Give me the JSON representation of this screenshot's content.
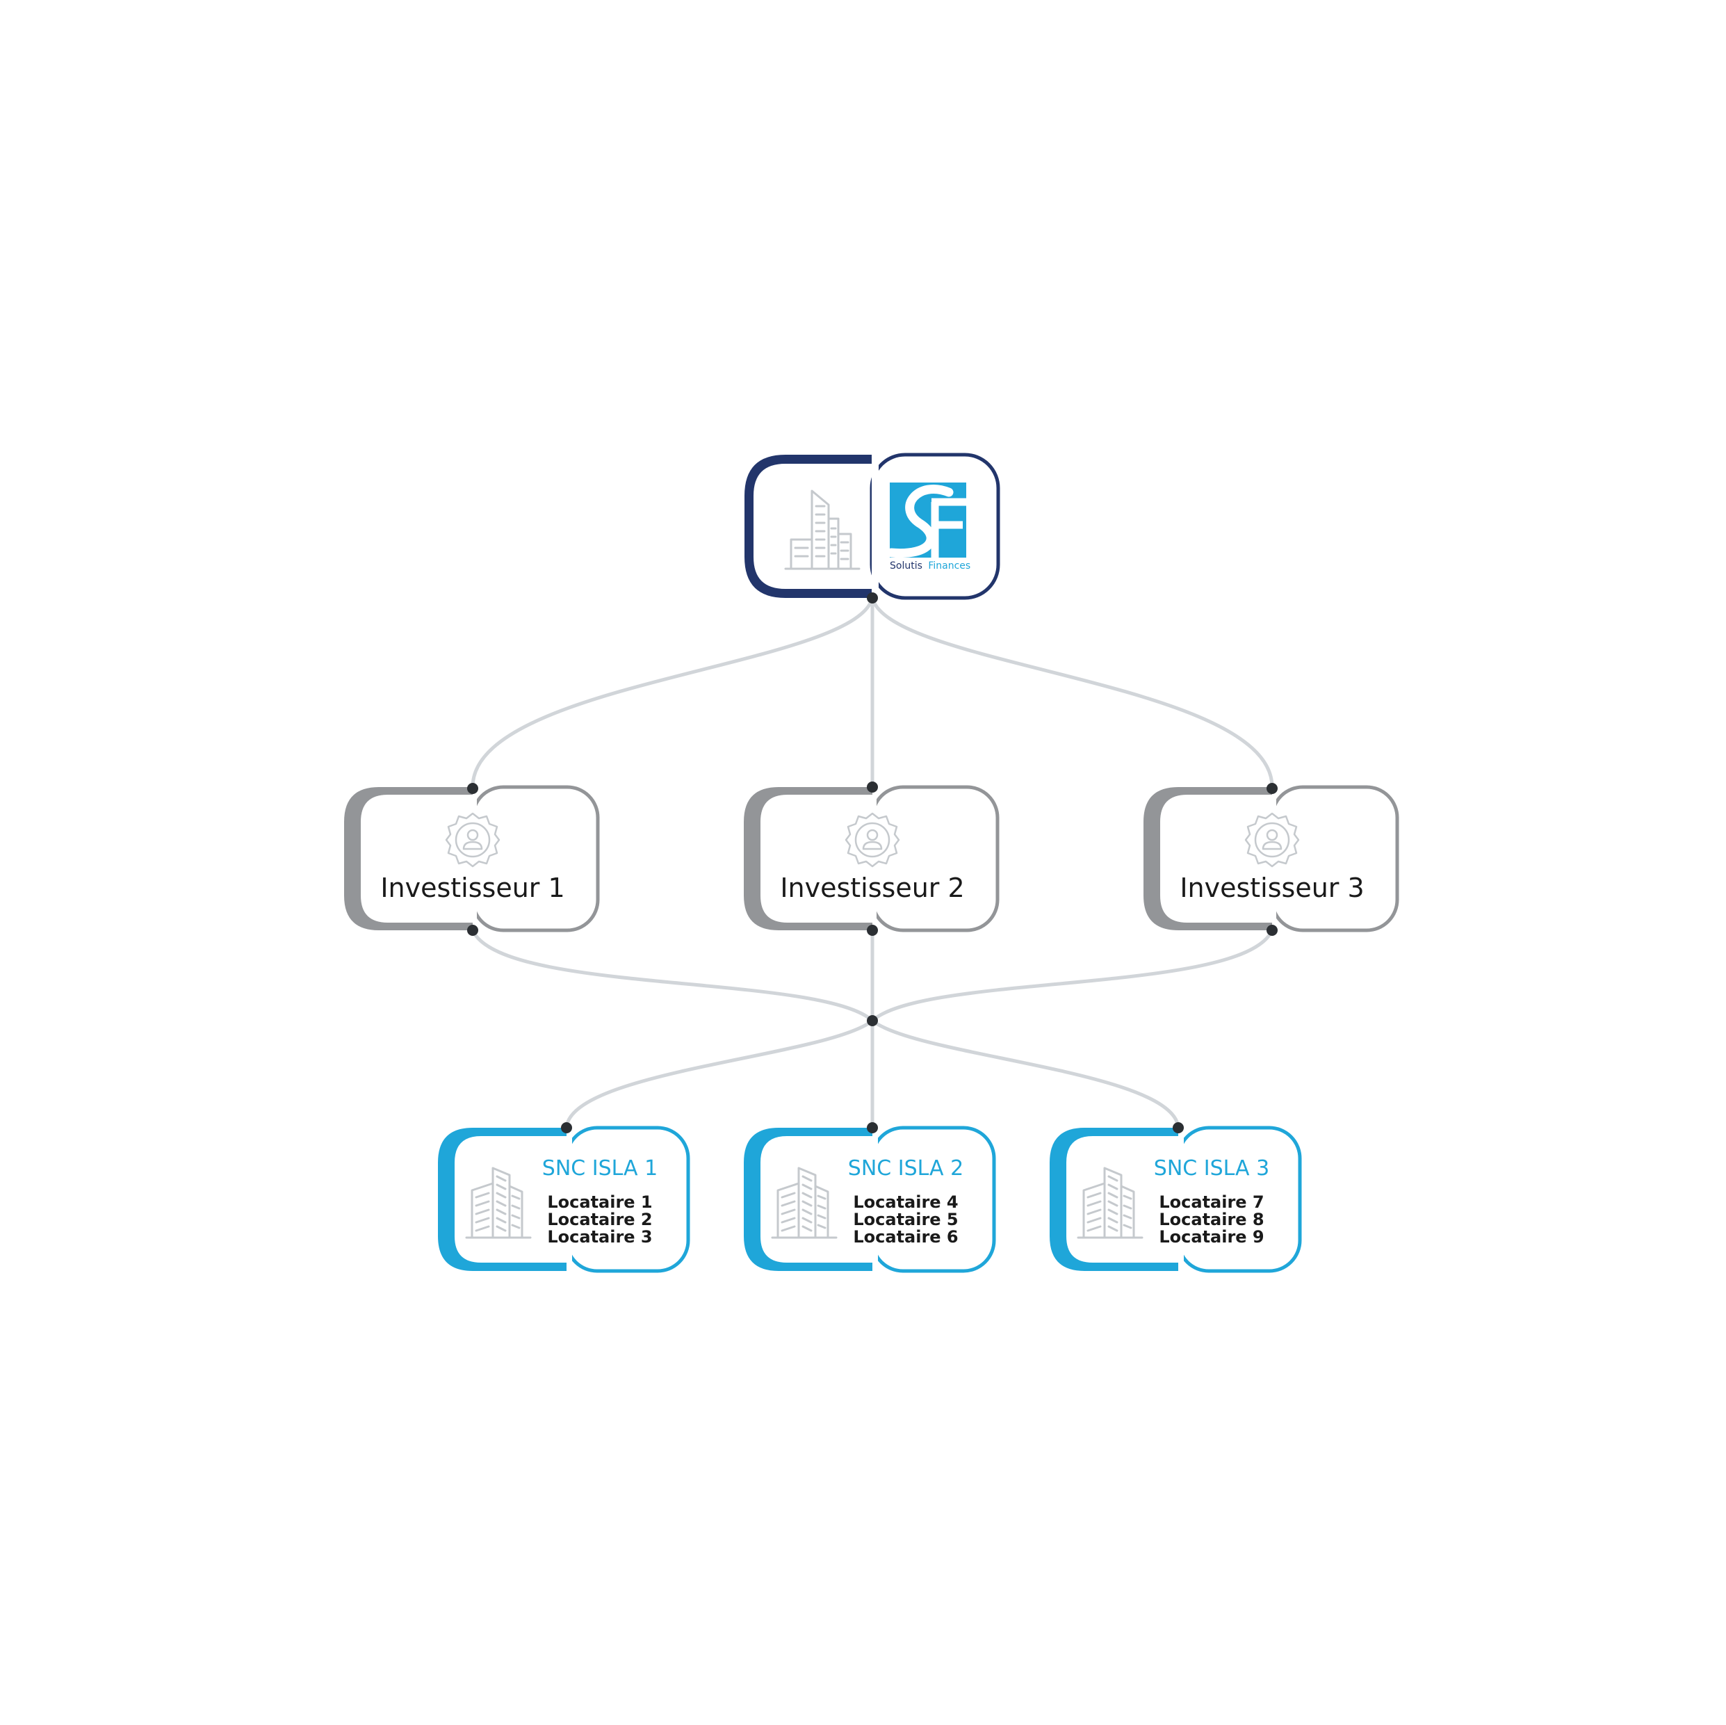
{
  "colors": {
    "background": "#ffffff",
    "navy": "#22356b",
    "gray_border": "#939598",
    "blue": "#1fa6d9",
    "connector": "#d1d5d9",
    "dot": "#2b2f33",
    "icon_stroke": "#c5c9cd",
    "text_dark": "#1a1a1a"
  },
  "root": {
    "icon": "building-icon",
    "logo": {
      "icon": "solutis-finances-logo",
      "word_dark": "Solutis",
      "word_blue": "Finances"
    }
  },
  "investors": [
    {
      "label": "Investisseur 1",
      "icon": "investor-badge-icon"
    },
    {
      "label": "Investisseur 2",
      "icon": "investor-badge-icon"
    },
    {
      "label": "Investisseur 3",
      "icon": "investor-badge-icon"
    }
  ],
  "sncs": [
    {
      "title": "SNC ISLA 1",
      "icon": "tower-building-icon",
      "tenants": [
        "Locataire 1",
        "Locataire 2",
        "Locataire 3"
      ]
    },
    {
      "title": "SNC ISLA 2",
      "icon": "tower-building-icon",
      "tenants": [
        "Locataire 4",
        "Locataire 5",
        "Locataire 6"
      ]
    },
    {
      "title": "SNC ISLA 3",
      "icon": "tower-building-icon",
      "tenants": [
        "Locataire 7",
        "Locataire 8",
        "Locataire 9"
      ]
    }
  ]
}
